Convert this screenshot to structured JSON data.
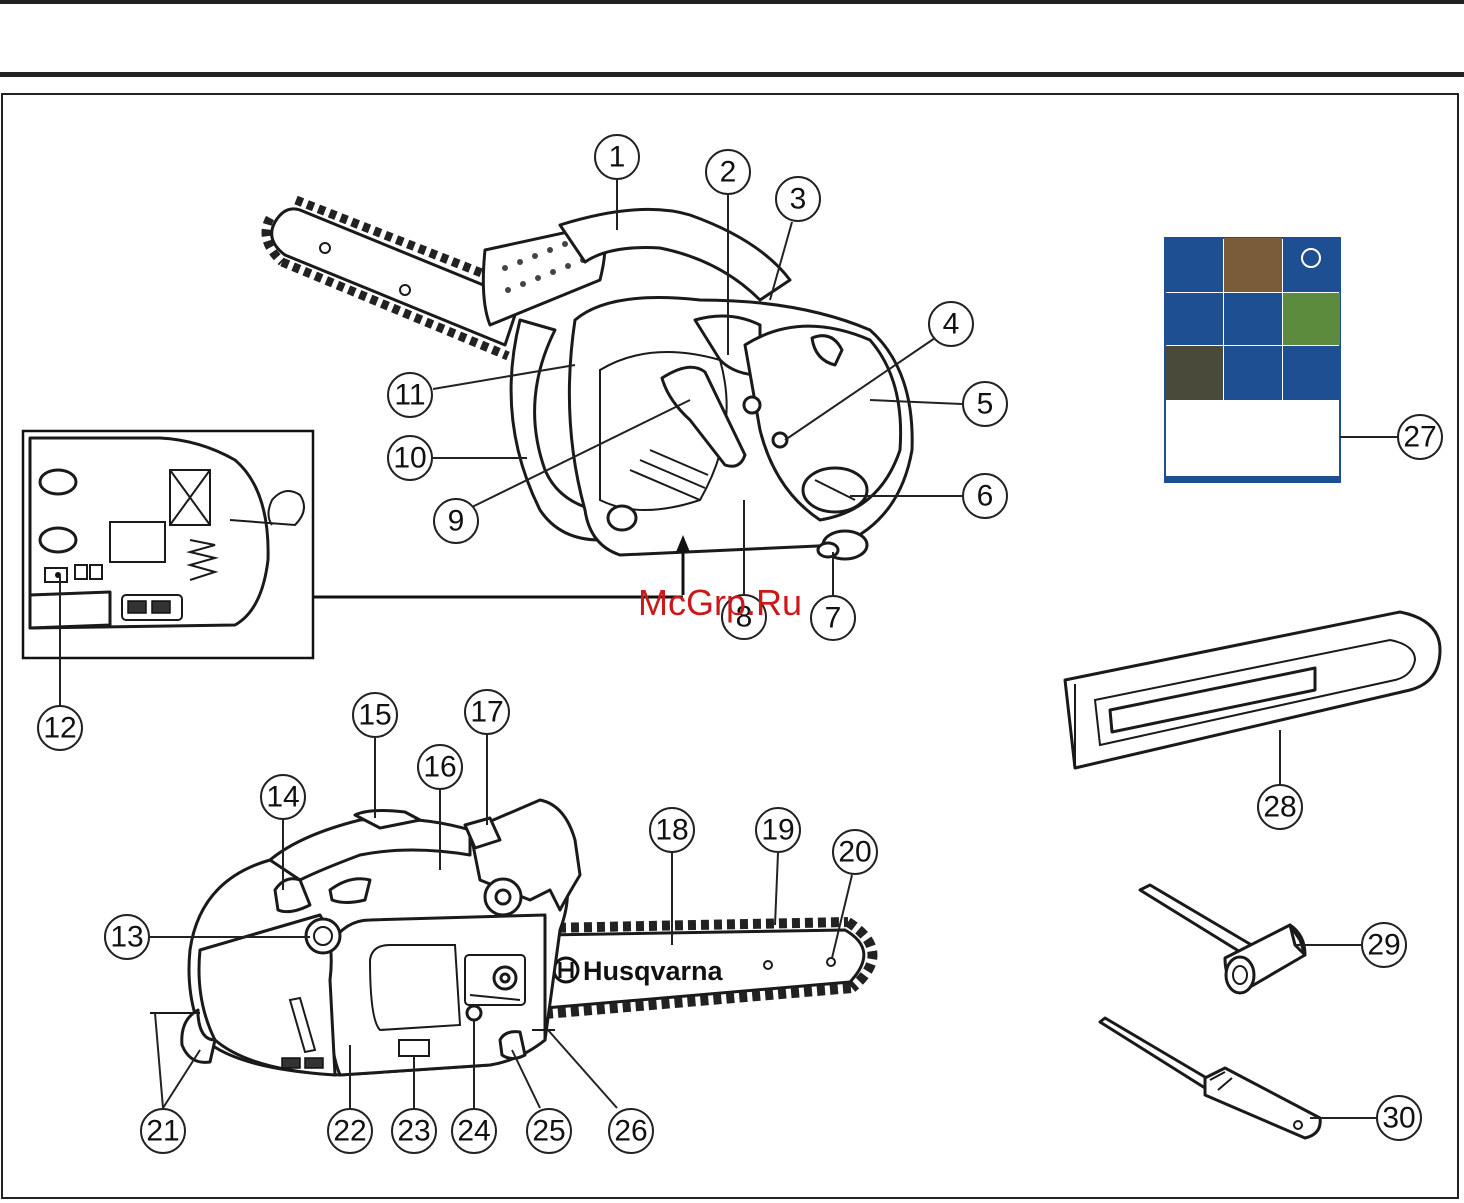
{
  "watermark": "McGrp.Ru",
  "brand_text": "Husqvarna",
  "colors": {
    "watermark": "#cc1818",
    "manual_blue": "#1f4f93"
  },
  "callouts": [
    {
      "id": "1",
      "label": "1"
    },
    {
      "id": "2",
      "label": "2"
    },
    {
      "id": "3",
      "label": "3"
    },
    {
      "id": "4",
      "label": "4"
    },
    {
      "id": "5",
      "label": "5"
    },
    {
      "id": "6",
      "label": "6"
    },
    {
      "id": "7",
      "label": "7"
    },
    {
      "id": "8",
      "label": "8"
    },
    {
      "id": "9",
      "label": "9"
    },
    {
      "id": "10",
      "label": "10"
    },
    {
      "id": "11",
      "label": "11"
    },
    {
      "id": "12",
      "label": "12"
    },
    {
      "id": "13",
      "label": "13"
    },
    {
      "id": "14",
      "label": "14"
    },
    {
      "id": "15",
      "label": "15"
    },
    {
      "id": "16",
      "label": "16"
    },
    {
      "id": "17",
      "label": "17"
    },
    {
      "id": "18",
      "label": "18"
    },
    {
      "id": "19",
      "label": "19"
    },
    {
      "id": "20",
      "label": "20"
    },
    {
      "id": "21",
      "label": "21"
    },
    {
      "id": "22",
      "label": "22"
    },
    {
      "id": "23",
      "label": "23"
    },
    {
      "id": "24",
      "label": "24"
    },
    {
      "id": "25",
      "label": "25"
    },
    {
      "id": "26",
      "label": "26"
    },
    {
      "id": "27",
      "label": "27"
    },
    {
      "id": "28",
      "label": "28"
    },
    {
      "id": "29",
      "label": "29"
    },
    {
      "id": "30",
      "label": "30"
    }
  ]
}
